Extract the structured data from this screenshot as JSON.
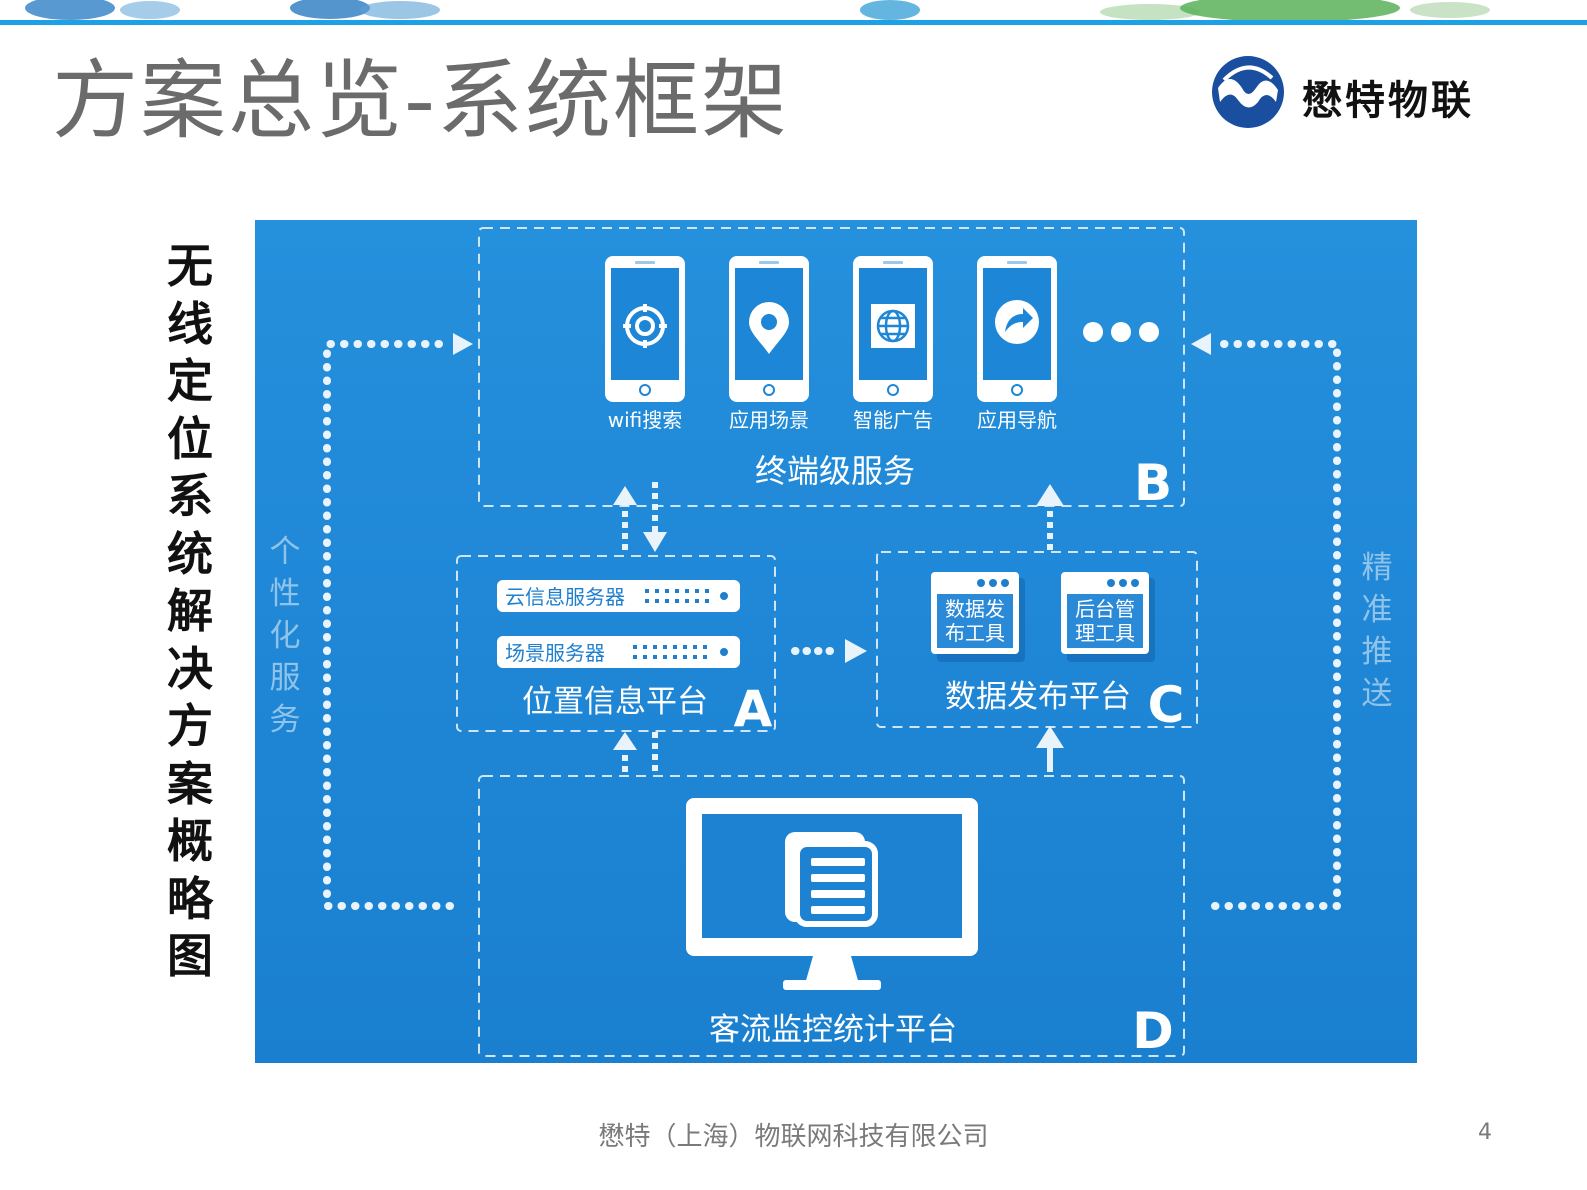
{
  "slide": {
    "title": "方案总览-系统框架",
    "logo_text": "懋特物联",
    "side_label": [
      "无",
      "线",
      "定",
      "位",
      "系",
      "统",
      "解",
      "决",
      "方",
      "案",
      "概",
      "略",
      "图"
    ],
    "footer": "懋特（上海）物联网科技有限公司",
    "page_number": "4"
  },
  "diagram": {
    "terminal": {
      "apps": [
        {
          "label": "wifi搜索",
          "icon": "target-icon"
        },
        {
          "label": "应用场景",
          "icon": "location-pin-icon"
        },
        {
          "label": "智能广告",
          "icon": "globe-icon"
        },
        {
          "label": "应用导航",
          "icon": "share-arrow-icon"
        }
      ],
      "title": "终端级服务",
      "letter": "B"
    },
    "location_platform": {
      "servers": [
        "云信息服务器",
        "场景服务器"
      ],
      "title": "位置信息平台",
      "letter": "A"
    },
    "data_platform": {
      "tools": [
        "数据发布工具",
        "后台管理工具"
      ],
      "tool_lines": [
        [
          "数据发",
          "布工具"
        ],
        [
          "后台管",
          "理工具"
        ]
      ],
      "title": "数据发布平台",
      "letter": "C"
    },
    "monitor_platform": {
      "title": "客流监控统计平台",
      "letter": "D"
    },
    "left_label": [
      "个",
      "性",
      "化",
      "服",
      "务"
    ],
    "right_label": [
      "精",
      "准",
      "推",
      "送"
    ]
  },
  "colors": {
    "diagram_bg": "#1f86d6",
    "accent_line": "#1da1e6",
    "logo_blue": "#1a4fa0"
  }
}
